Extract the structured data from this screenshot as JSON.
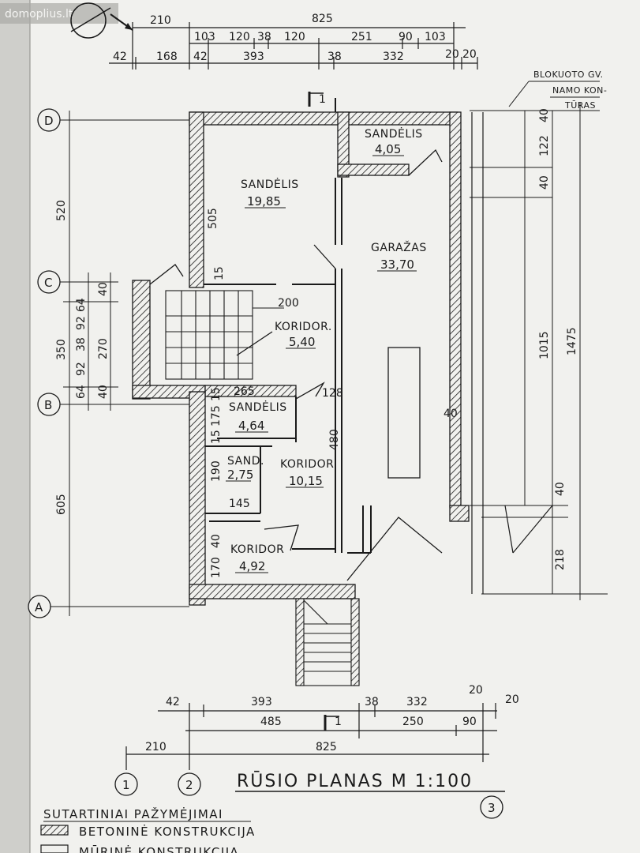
{
  "watermark": "domoplius.lt",
  "top_dims": {
    "row1": [
      "210",
      "825"
    ],
    "row2": [
      "103",
      "120",
      "38",
      "120",
      "251",
      "90",
      "103"
    ],
    "row3": [
      "42",
      "168",
      "42",
      "393",
      "38",
      "332",
      "20",
      "20"
    ]
  },
  "section_marker": "1",
  "notes": {
    "blokuoto_line1": "BLOKUOTO GV.",
    "blokuoto_line2": "NAMO KON-",
    "blokuoto_line3": "TŪRAS"
  },
  "axes": {
    "D": "D",
    "C": "C",
    "B": "B",
    "A": "A",
    "n1": "1",
    "n2": "2",
    "n3": "3"
  },
  "left_dims": {
    "d520": "520",
    "d350": "350",
    "d605": "605",
    "d40a": "40",
    "d64a": "64",
    "d92a": "92",
    "d38": "38",
    "d92b": "92",
    "d64b": "64",
    "d270": "270",
    "d40b": "40"
  },
  "right_dims": {
    "d40a": "40",
    "d122": "122",
    "d40b": "40",
    "d1015": "1015",
    "d1475": "1475",
    "d40c": "40",
    "d218": "218"
  },
  "interior_dims": {
    "d505": "505",
    "d15a": "15",
    "d200": "200",
    "d265": "265",
    "d15b": "15",
    "d128": "128",
    "d175": "175",
    "d15c": "15",
    "d480": "480",
    "d190": "190",
    "d145": "145",
    "d40": "40",
    "d170": "170",
    "d40g": "40"
  },
  "rooms": {
    "sandelis_1985": {
      "name": "SANDĖLIS",
      "area": "19,85"
    },
    "sandelis_405": {
      "name": "SANDĖLIS",
      "area": "4,05"
    },
    "garazas": {
      "name": "GARAŽAS",
      "area": "33,70"
    },
    "koridor_540": {
      "name": "KORIDOR.",
      "area": "5,40"
    },
    "sandelis_464": {
      "name": "SANDĖLIS",
      "area": "4,64"
    },
    "sand_275": {
      "name": "SAND.",
      "area": "2,75"
    },
    "koridor_1015": {
      "name": "KORIDOR",
      "area": "10,15"
    },
    "koridor_492": {
      "name": "KORIDOR",
      "area": "4,92"
    }
  },
  "bottom_dims": {
    "row1": [
      "42",
      "393",
      "38",
      "332",
      "20",
      "20"
    ],
    "row2": [
      "485",
      "250",
      "90"
    ],
    "row3": [
      "210",
      "825"
    ]
  },
  "title": "RŪSIO PLANAS M 1:100",
  "legend": {
    "heading": "SUTARTINIAI PAŽYMĖJIMAI",
    "item1": "BETONINĖ KONSTRUKCIJA",
    "item2": "MŪRINĖ KONSTRUKCIJA"
  },
  "colors": {
    "paper": "#f1f1ee",
    "ink": "#1a1a1a",
    "background": "#dcdcd8"
  }
}
